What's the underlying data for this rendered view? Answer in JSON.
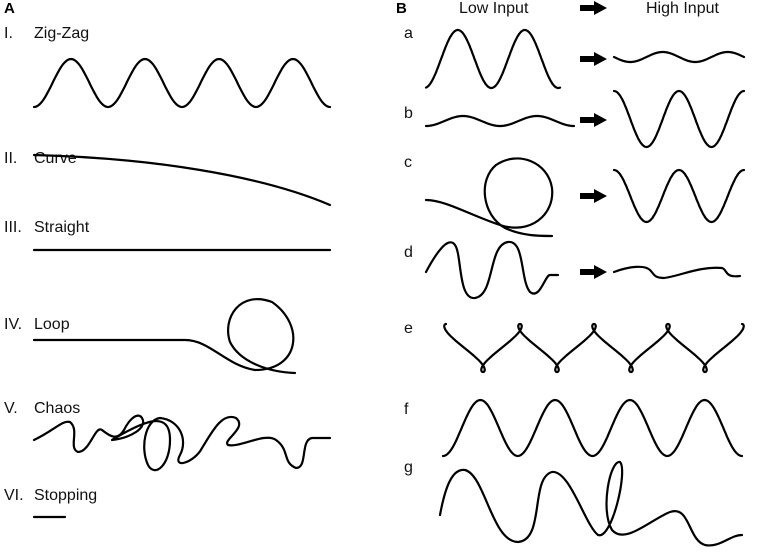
{
  "panel_a": {
    "label": "A",
    "rows": [
      {
        "numeral": "I.",
        "name": "Zig-Zag"
      },
      {
        "numeral": "II.",
        "name": "Curve"
      },
      {
        "numeral": "III.",
        "name": "Straight"
      },
      {
        "numeral": "IV.",
        "name": "Loop"
      },
      {
        "numeral": "V.",
        "name": "Chaos"
      },
      {
        "numeral": "VI.",
        "name": "Stopping"
      }
    ]
  },
  "panel_b": {
    "label": "B",
    "header_low": "Low Input",
    "header_high": "High Input",
    "rows": [
      {
        "letter": "a"
      },
      {
        "letter": "b"
      },
      {
        "letter": "c"
      },
      {
        "letter": "d"
      },
      {
        "letter": "e"
      },
      {
        "letter": "f"
      },
      {
        "letter": "g"
      }
    ]
  },
  "colors": {
    "stroke": "#000000",
    "text": "#111111"
  }
}
